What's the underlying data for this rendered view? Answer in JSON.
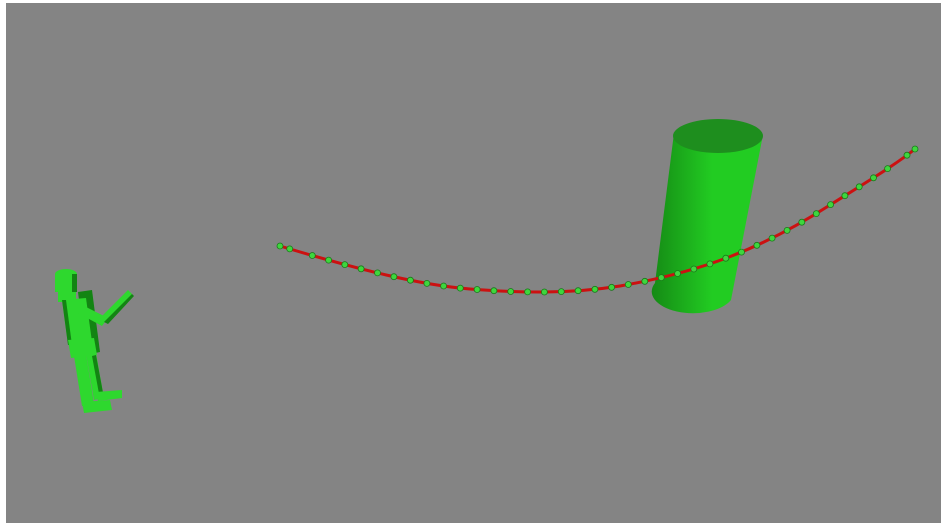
{
  "scene": {
    "background_color": "#848484",
    "frame_color": "#ffffff",
    "path_color": "#cc1111",
    "waypoint_color": "#3ed63e",
    "waypoint_outline": "#1a7a1a",
    "obstacle_color": "#22cc22",
    "obstacle_shade": "#158a15",
    "obstacle_top": "#1e8e1e",
    "robot_color": "#2ed82e",
    "robot_shade": "#138413",
    "objects": [
      "humanoid-robot",
      "cylinder-obstacle",
      "trajectory-path"
    ]
  }
}
